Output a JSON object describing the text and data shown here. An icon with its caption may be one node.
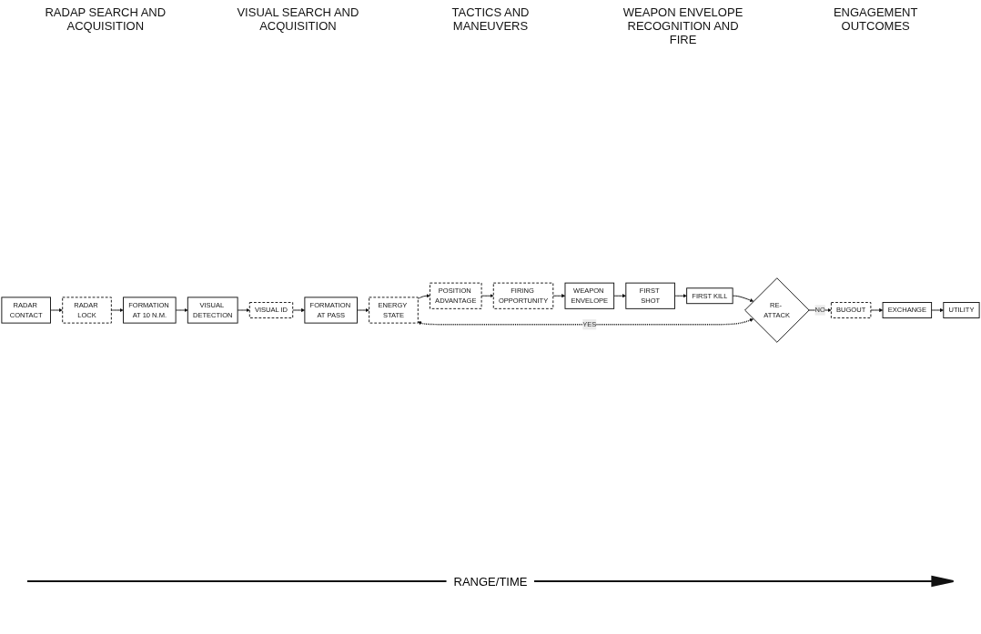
{
  "diagram": {
    "nodes": [
      {
        "text": [
          "RADAR CONTACT"
        ]
      },
      {
        "text": [
          "RADAR LOCK"
        ]
      },
      {
        "text": [
          "FORMATION AT 10 N.M."
        ]
      },
      {
        "text": [
          "VISUAL DETECTION"
        ]
      },
      {
        "text": [
          "VISUAL ID"
        ]
      },
      {
        "text": [
          "FORMATION AT PASS"
        ]
      },
      {
        "text": [
          "ENERGY STATE"
        ]
      },
      {
        "text": [
          "POSITION ADVANTAGE"
        ]
      },
      {
        "text": [
          "FIRING OPPORTUNITY"
        ]
      },
      {
        "text": [
          "WEAPON ENVELOPE"
        ]
      },
      {
        "text": [
          "FIRST SHOT"
        ]
      },
      {
        "text": [
          "FIRST KILL"
        ]
      },
      {
        "text": [
          "RE- ATTACK"
        ]
      },
      {
        "text": [
          "BUGOUT"
        ]
      },
      {
        "text": [
          "EXCHANGE"
        ]
      },
      {
        "text": [
          "UTILITY"
        ]
      }
    ],
    "edges": [
      {
        "from": 0,
        "to": 1,
        "arrow": "to"
      },
      {
        "from": 1,
        "to": 2,
        "arrow": "to"
      },
      {
        "from": 2,
        "to": 3,
        "arrow": "to"
      },
      {
        "from": 3,
        "to": 4,
        "arrow": "to"
      },
      {
        "from": 4,
        "to": 5,
        "arrow": "to"
      },
      {
        "from": 5,
        "to": 6,
        "arrow": "to"
      },
      {
        "from": 6,
        "to": 7,
        "arrow": "to"
      },
      {
        "from": 7,
        "to": 8,
        "arrow": "to"
      },
      {
        "from": 8,
        "to": 9,
        "arrow": "to"
      },
      {
        "from": 9,
        "to": 10,
        "arrow": "to"
      },
      {
        "from": 10,
        "to": 11,
        "arrow": "to"
      },
      {
        "from": 11,
        "to": 12,
        "arrow": "to"
      },
      {
        "from": 12,
        "to": 6,
        "label": "YES",
        "arrow": "both",
        "style": "dashed"
      },
      {
        "from": 12,
        "to": 13,
        "label": "NO",
        "arrow": "to"
      },
      {
        "from": 13,
        "to": 14,
        "arrow": "to"
      },
      {
        "from": 14,
        "to": 15,
        "arrow": "to"
      }
    ],
    "labels": [
      "RADAP SEARCH AND ACQUISITION",
      "VISUAL SEARCH AND ACQUISITION",
      "TACTICS AND MANEUVERS",
      "WEAPON ENVELOPE RECOGNITION AND FIRE",
      "ENGAGEMENT OUTCOMES",
      "RANGE/TIME"
    ]
  }
}
